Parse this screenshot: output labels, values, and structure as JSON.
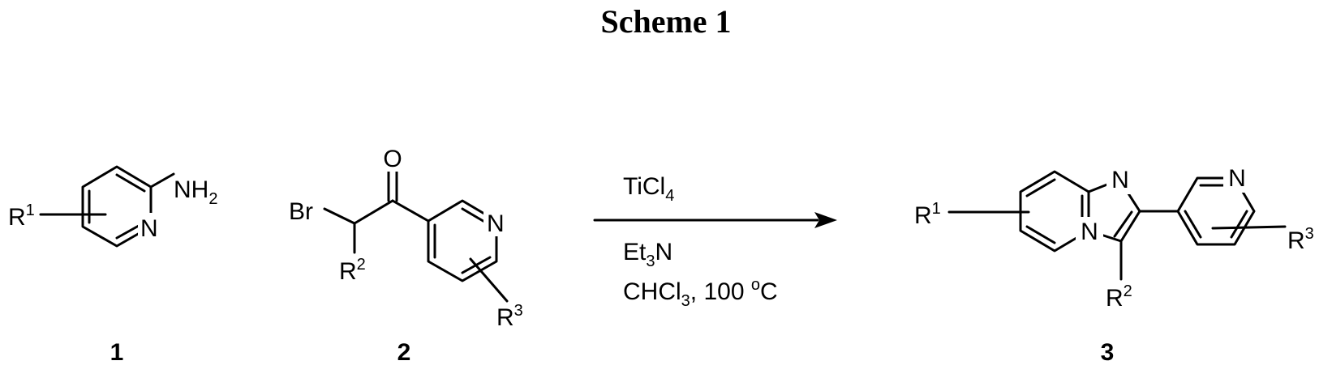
{
  "title": "Scheme 1",
  "compounds": [
    {
      "number": "1",
      "labels": {
        "R1_base": "R",
        "R1_sup": "1",
        "NH2": "NH",
        "NH2_sub": "2",
        "N": "N"
      }
    },
    {
      "number": "2",
      "labels": {
        "Br": "Br",
        "O": "O",
        "N": "N",
        "R2_base": "R",
        "R2_sup": "2",
        "R3_base": "R",
        "R3_sup": "3"
      }
    },
    {
      "number": "3",
      "labels": {
        "R1_base": "R",
        "R1_sup": "1",
        "N_ring": "N",
        "N_bridge": "N",
        "N_pyr": "N",
        "R2_base": "R",
        "R2_sup": "2",
        "R3_base": "R",
        "R3_sup": "3"
      }
    }
  ],
  "conditions": {
    "reagent": "TiCl",
    "reagent_sub": "4",
    "base_a": "Et",
    "base_sub": "3",
    "base_b": "N",
    "solvent_a": "CHCl",
    "solvent_sub": "3",
    "solvent_b": ", 100 ",
    "temp_sup": "o",
    "temp_unit": "C"
  }
}
